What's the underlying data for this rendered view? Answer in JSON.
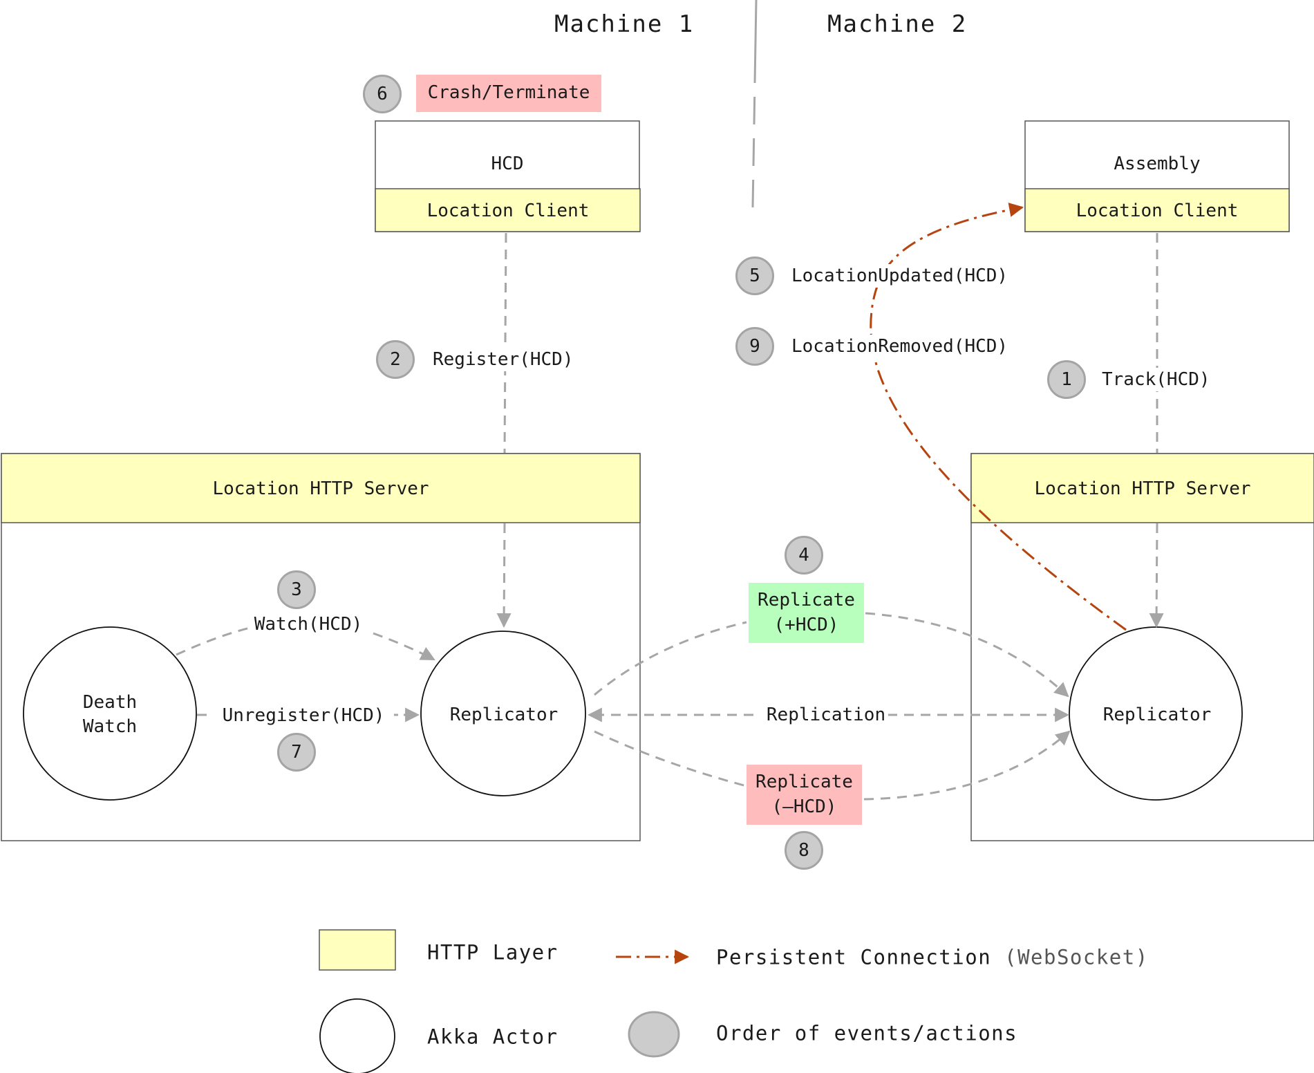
{
  "machines": {
    "left": "Machine 1",
    "right": "Machine 2"
  },
  "hcd": {
    "title": "HCD",
    "client_label": "Location Client"
  },
  "assembly": {
    "title": "Assembly",
    "client_label": "Location Client"
  },
  "server_left": {
    "title": "Location HTTP Server"
  },
  "server_right": {
    "title": "Location HTTP Server"
  },
  "actors": {
    "death_watch": "Death\nWatch",
    "replicator_left": "Replicator",
    "replicator_right": "Replicator"
  },
  "events": {
    "e1": {
      "badge": "1",
      "label": "Track(HCD)"
    },
    "e2": {
      "badge": "2",
      "label": "Register(HCD)"
    },
    "e3": {
      "badge": "3",
      "label": "Watch(HCD)"
    },
    "e4": {
      "badge": "4",
      "label": "Replicate\n(+HCD)"
    },
    "e5": {
      "badge": "5",
      "label": "LocationUpdated(HCD)"
    },
    "e6": {
      "badge": "6",
      "label": "Crash/Terminate"
    },
    "e7": {
      "badge": "7",
      "label": "Unregister(HCD)"
    },
    "e8": {
      "badge": "8",
      "label": "Replicate\n(—HCD)"
    },
    "e9": {
      "badge": "9",
      "label": "LocationRemoved(HCD)"
    }
  },
  "replication_label": "Replication",
  "legend": {
    "http_layer": "HTTP Layer",
    "akka_actor": "Akka Actor",
    "persistent_connection": "Persistent Connection",
    "persistent_connection_detail": "(WebSocket)",
    "order": "Order of events/actions"
  },
  "colors": {
    "http_layer": "#ffffbe",
    "crash": "#ffbcbc",
    "replicate_add": "#b8ffbe",
    "replicate_remove": "#ffbcbc",
    "badge": "#cccccc",
    "connector": "#a6a6a6",
    "websocket": "#b5440f"
  }
}
